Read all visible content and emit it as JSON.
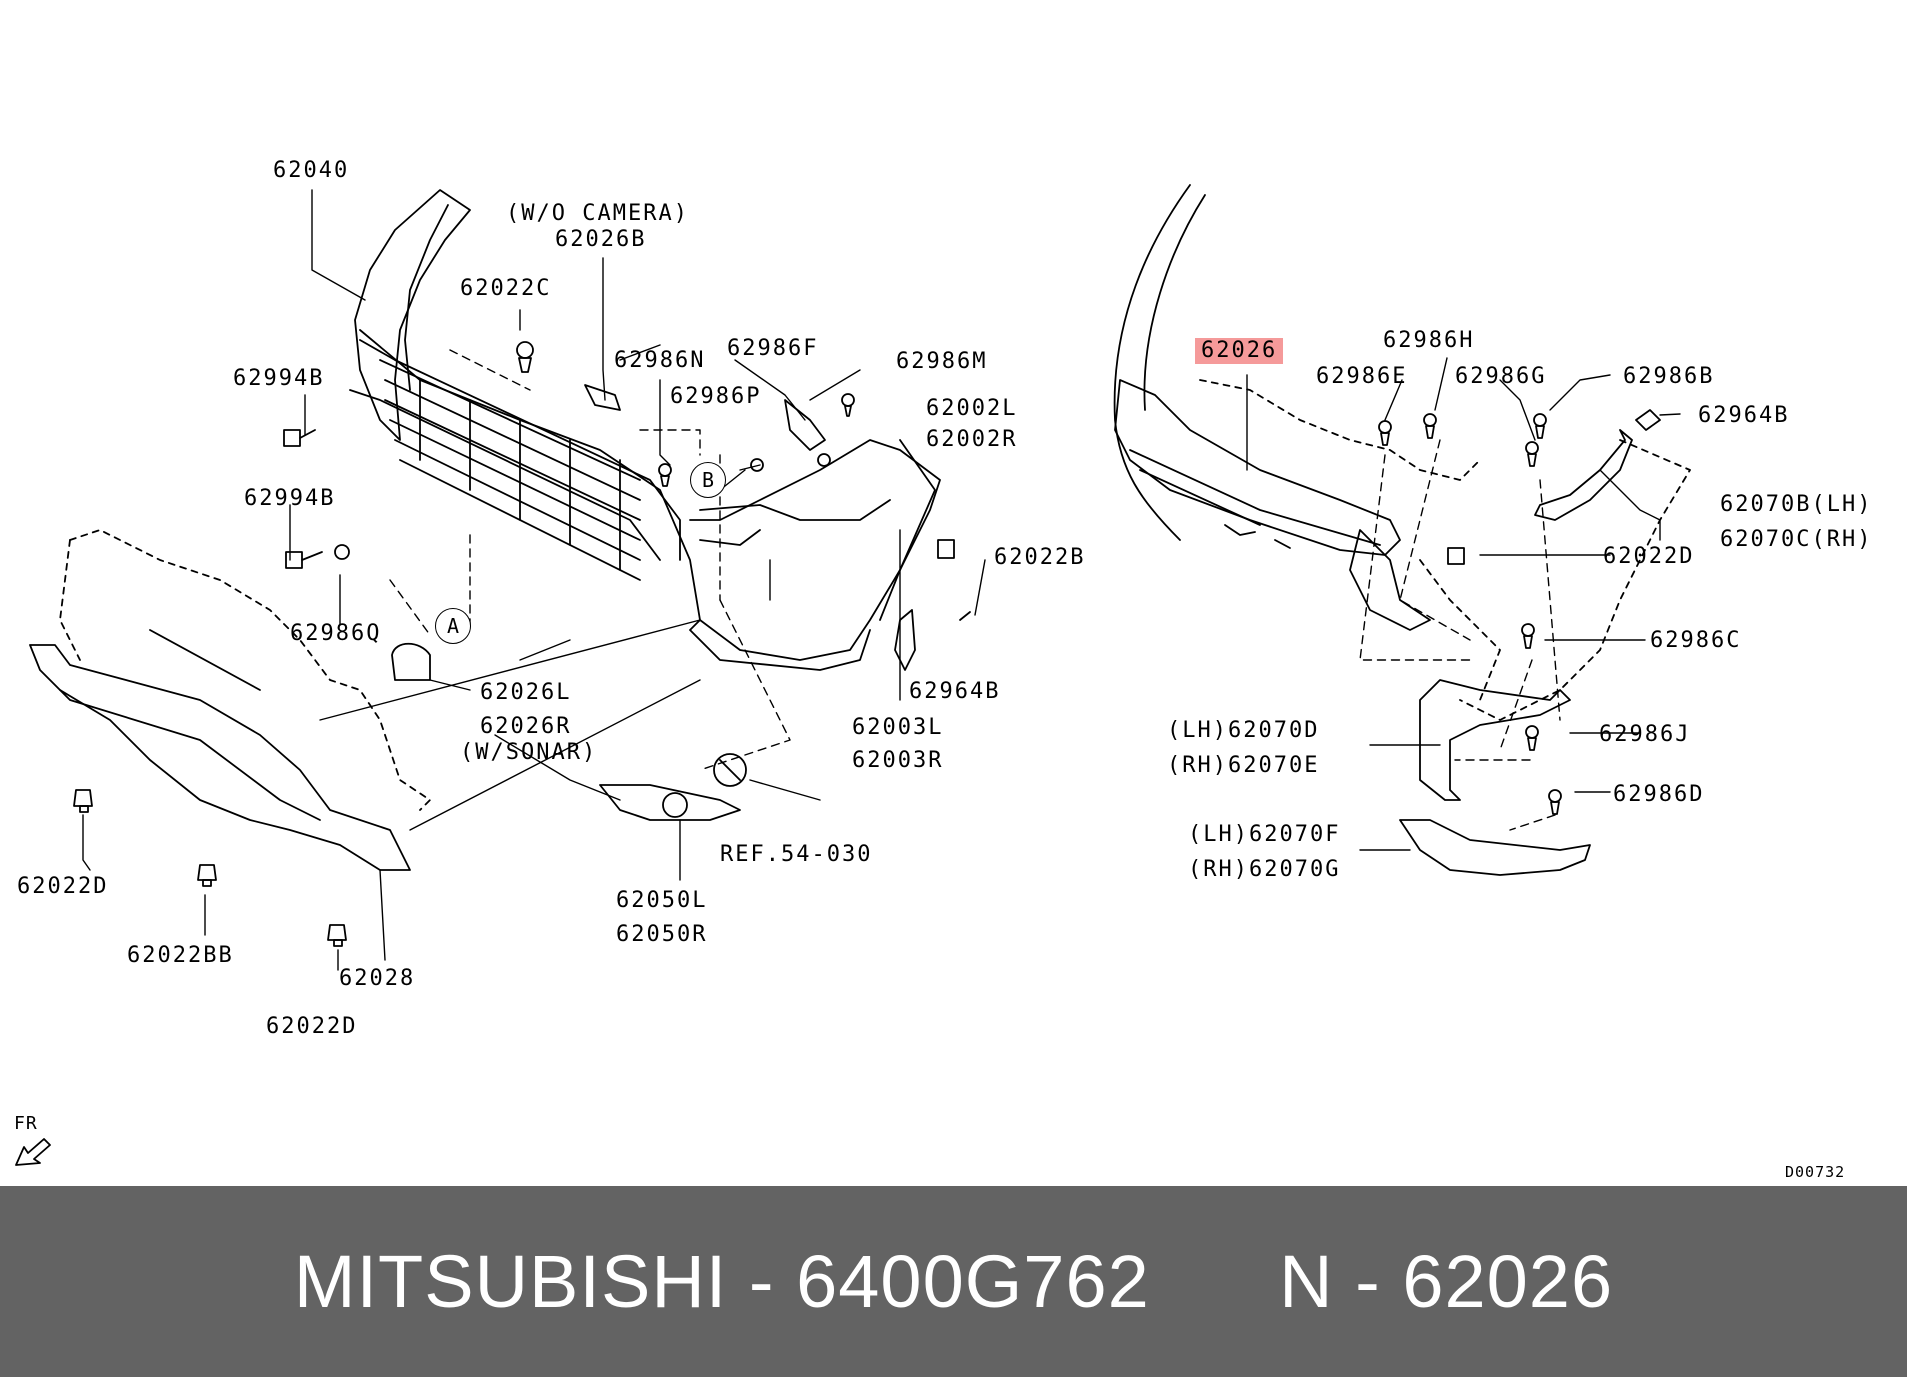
{
  "labels": {
    "l_62040": "62040",
    "l_wo_camera": "(W/O CAMERA)",
    "l_62026b": "62026B",
    "l_62022c": "62022C",
    "l_62986n": "62986N",
    "l_62986f": "62986F",
    "l_62986m": "62986M",
    "l_62994b_1": "62994B",
    "l_62986p": "62986P",
    "l_62002l": "62002L",
    "l_62002r": "62002R",
    "l_62994b_2": "62994B",
    "l_62022b": "62022B",
    "l_62986q": "62986Q",
    "l_62026l": "62026L",
    "l_62026r": "62026R",
    "l_w_sonar": "(W/SONAR)",
    "l_62964b_1": "62964B",
    "l_62003l": "62003L",
    "l_62003r": "62003R",
    "l_ref": "REF.54-030",
    "l_62050l": "62050L",
    "l_62050r": "62050R",
    "l_62022d_1": "62022D",
    "l_62022bb": "62022BB",
    "l_62028": "62028",
    "l_62022d_2": "62022D",
    "l_62026": "62026",
    "l_62986h": "62986H",
    "l_62986e": "62986E",
    "l_62986g": "62986G",
    "l_62986b": "62986B",
    "l_62964b_2": "62964B",
    "l_62070b": "62070B(LH)",
    "l_62070c": "62070C(RH)",
    "l_62022d_3": "62022D",
    "l_62986c": "62986C",
    "l_62070d": "(LH)62070D",
    "l_62070e": "(RH)62070E",
    "l_62986j": "62986J",
    "l_62986d": "62986D",
    "l_62070f": "(LH)62070F",
    "l_62070g": "(RH)62070G",
    "l_d00732": "D00732",
    "callout_a": "A",
    "callout_b": "B",
    "fr": "FR"
  },
  "footer": {
    "brand": "MITSUBISHI",
    "sep1": " - ",
    "part_number": "6400G762",
    "gap": "      ",
    "n_label": "N",
    "sep2": " - ",
    "ref_number": "62026"
  },
  "colors": {
    "highlight": "#f59a9a",
    "footer_bg": "#636363",
    "footer_text": "#ffffff"
  }
}
